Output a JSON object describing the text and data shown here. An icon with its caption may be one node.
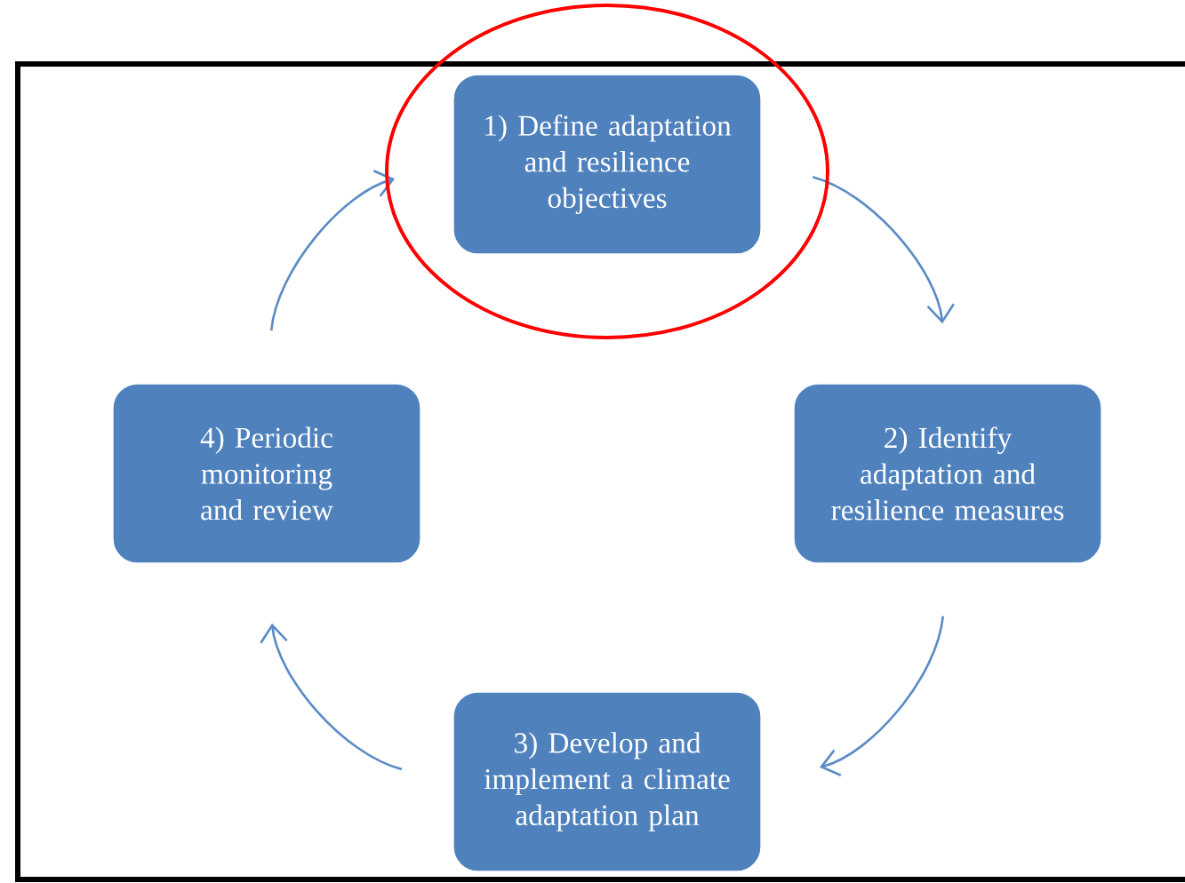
{
  "diagram": {
    "nodes": [
      {
        "text": [
          "1) Define adaptation and resilience objectives"
        ]
      },
      {
        "text": [
          "2) Identify adaptation and resilience measures"
        ]
      },
      {
        "text": [
          "3) Develop and implement a climate adaptation plan"
        ]
      },
      {
        "text": [
          "4) Periodic monitoring and review"
        ]
      }
    ],
    "edges": [
      {
        "from": 0,
        "to": 1,
        "arrow": "to"
      },
      {
        "from": 1,
        "to": 2,
        "arrow": "to"
      },
      {
        "from": 2,
        "to": 3,
        "arrow": "to"
      },
      {
        "from": 3,
        "to": 0,
        "arrow": "to"
      }
    ]
  }
}
